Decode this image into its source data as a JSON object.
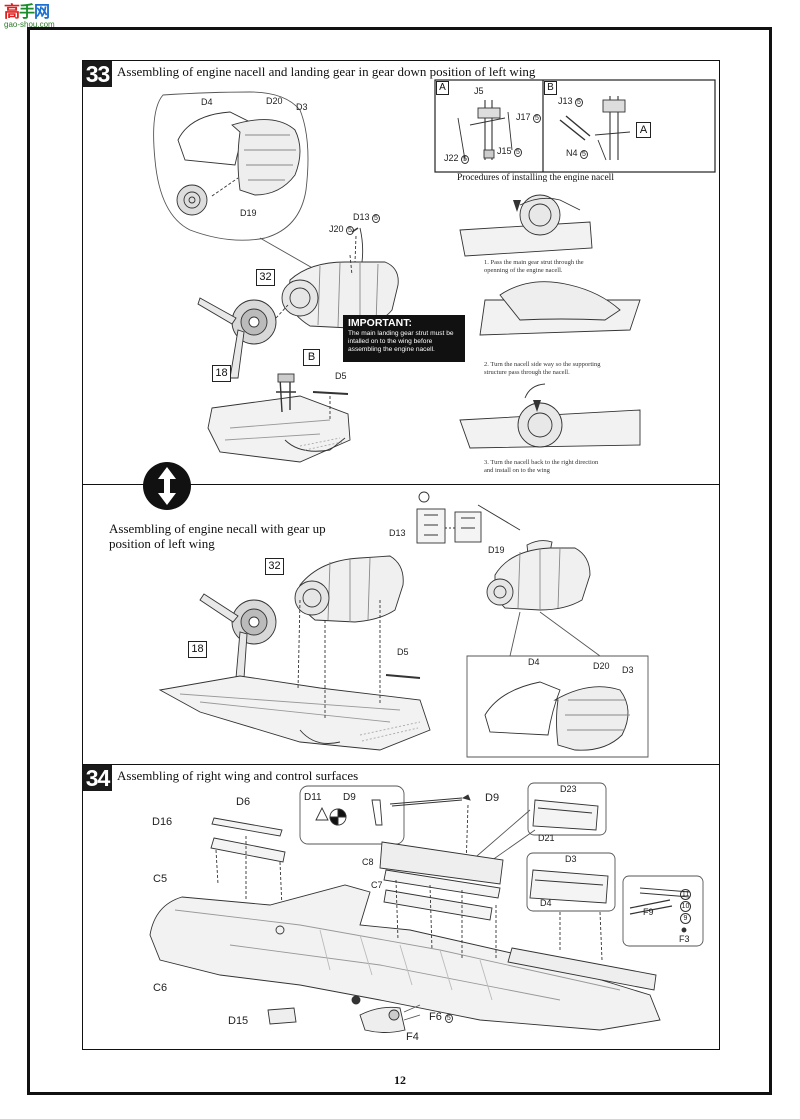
{
  "logo": {
    "characters": "高手网",
    "url": "gao-shou.com"
  },
  "step33": {
    "number": "33",
    "title": "Assembling of engine nacell and landing gear in gear down position of left wing",
    "parts": {
      "d4": "D4",
      "d20": "D20",
      "d3": "D3",
      "d19": "D19",
      "j20": "J20",
      "j20_qty": "5",
      "d13": "D13",
      "d13_qty": "5",
      "b": "B",
      "d5": "D5",
      "assy18": "18",
      "assy32": "32"
    },
    "important": {
      "title": "IMPORTANT:",
      "body": "The main landing gear strut must be intalled on to the wing before assembling the engine nacell."
    },
    "sub_a": {
      "tag": "A",
      "j5": "J5",
      "j17": "J17",
      "j17_qty": "5",
      "j15": "J15",
      "j15_qty": "5",
      "j22": "J22",
      "j22_qty": "5"
    },
    "sub_b": {
      "tag": "B",
      "j13": "J13",
      "j13_qty": "5",
      "n4": "N4",
      "n4_qty": "5",
      "ref_a": "A"
    },
    "procedures": {
      "title": "Procedures of installing the engine nacell",
      "step1": "1. Pass the main gear strut through the",
      "step1b": "openning of the engine nacell.",
      "step2": "2. Turn the nacell side way so the  supporting",
      "step2b": "structure pass through the nacell.",
      "step3": "3. Turn the nacell back to the right direction",
      "step3b": "and install on to the wing"
    }
  },
  "alt": {
    "title_line1": "Assembling of engine necall with gear up",
    "title_line2": "position of left wing",
    "parts": {
      "d13": "D13",
      "d19": "D19",
      "assy32": "32",
      "assy18": "18",
      "d5": "D5",
      "d4": "D4",
      "d20": "D20",
      "d3": "D3"
    }
  },
  "step34": {
    "number": "34",
    "title": "Assembling of right wing and control surfaces",
    "parts": {
      "d6": "D6",
      "d16": "D16",
      "c5": "C5",
      "c6": "C6",
      "d11": "D11",
      "d9a": "D9",
      "d9b": "D9",
      "d23": "D23",
      "d21": "D21",
      "c8": "C8",
      "c7": "C7",
      "d3": "D3",
      "d4": "D4",
      "f9": "F9",
      "f3": "F3",
      "q11": "11",
      "q10": "10",
      "q9": "9",
      "d15": "D15",
      "f6": "F6",
      "f6_qty": "5",
      "f4": "F4"
    }
  },
  "page_number": "12"
}
